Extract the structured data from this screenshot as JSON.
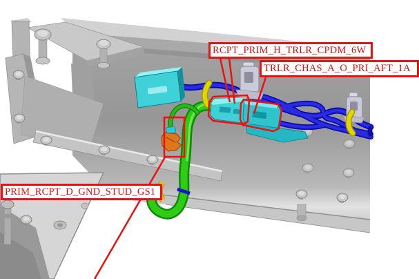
{
  "view": {
    "type": "cad-3d-viewport",
    "background": "#ffffff",
    "subject": "trailer chassis rail with primary wiring harness"
  },
  "callouts": [
    {
      "id": "cpdm-receptacle",
      "label": "RCPT_PRIM_H_TRLR_CPDM_6W"
    },
    {
      "id": "aft-harness",
      "label": "TRLR_CHAS_A_O_PRI_AFT_1A"
    },
    {
      "id": "ground-stud",
      "label": "PRIM_RCPT_D_GND_STUD_GS1"
    }
  ],
  "colors": {
    "callout_red": "#ee0f0f",
    "callout_text_red": "#dd1111",
    "harness_blue": "#2323d0",
    "ground_green": "#2fc715",
    "connector_cyan": "#3ed2d8",
    "clip_yellow": "#e2d600",
    "terminal_orange": "#e0761c",
    "chassis_gray": "#9b9b9b",
    "clip_silver": "#cacad8"
  }
}
